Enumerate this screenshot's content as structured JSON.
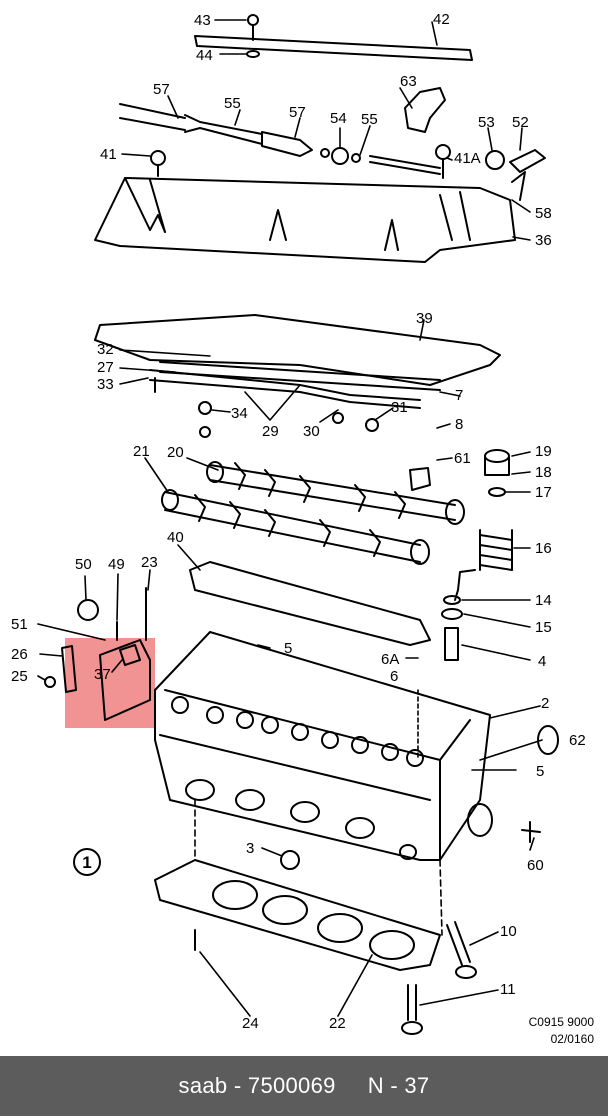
{
  "diagram": {
    "drawing_code": "C0915 9000",
    "drawing_ref": "02/0160",
    "view_number": "1",
    "highlight_color": "#f08080",
    "callouts": [
      {
        "id": "c43",
        "label": "43"
      },
      {
        "id": "c42",
        "label": "42"
      },
      {
        "id": "c44",
        "label": "44"
      },
      {
        "id": "c63",
        "label": "63"
      },
      {
        "id": "c57a",
        "label": "57"
      },
      {
        "id": "c55a",
        "label": "55"
      },
      {
        "id": "c57b",
        "label": "57"
      },
      {
        "id": "c54",
        "label": "54"
      },
      {
        "id": "c55b",
        "label": "55"
      },
      {
        "id": "c53",
        "label": "53"
      },
      {
        "id": "c52",
        "label": "52"
      },
      {
        "id": "c41",
        "label": "41"
      },
      {
        "id": "c41a",
        "label": "41A"
      },
      {
        "id": "c58",
        "label": "58"
      },
      {
        "id": "c36",
        "label": "36"
      },
      {
        "id": "c39",
        "label": "39"
      },
      {
        "id": "c32",
        "label": "32"
      },
      {
        "id": "c27",
        "label": "27"
      },
      {
        "id": "c33",
        "label": "33"
      },
      {
        "id": "c7",
        "label": "7"
      },
      {
        "id": "c31",
        "label": "31"
      },
      {
        "id": "c34",
        "label": "34"
      },
      {
        "id": "c29",
        "label": "29"
      },
      {
        "id": "c30",
        "label": "30"
      },
      {
        "id": "c8",
        "label": "8"
      },
      {
        "id": "c61",
        "label": "61"
      },
      {
        "id": "c21",
        "label": "21"
      },
      {
        "id": "c20",
        "label": "20"
      },
      {
        "id": "c19",
        "label": "19"
      },
      {
        "id": "c18",
        "label": "18"
      },
      {
        "id": "c17",
        "label": "17"
      },
      {
        "id": "c16",
        "label": "16"
      },
      {
        "id": "c40",
        "label": "40"
      },
      {
        "id": "c50",
        "label": "50"
      },
      {
        "id": "c49",
        "label": "49"
      },
      {
        "id": "c23",
        "label": "23"
      },
      {
        "id": "c14",
        "label": "14"
      },
      {
        "id": "c15",
        "label": "15"
      },
      {
        "id": "c51",
        "label": "51"
      },
      {
        "id": "c5a",
        "label": "5"
      },
      {
        "id": "c4",
        "label": "4"
      },
      {
        "id": "c26",
        "label": "26"
      },
      {
        "id": "c37",
        "label": "37"
      },
      {
        "id": "c6a",
        "label": "6A"
      },
      {
        "id": "c6",
        "label": "6"
      },
      {
        "id": "c25",
        "label": "25"
      },
      {
        "id": "c2",
        "label": "2"
      },
      {
        "id": "c62",
        "label": "62"
      },
      {
        "id": "c5b",
        "label": "5"
      },
      {
        "id": "c3",
        "label": "3"
      },
      {
        "id": "c60",
        "label": "60"
      },
      {
        "id": "c10",
        "label": "10"
      },
      {
        "id": "c11",
        "label": "11"
      },
      {
        "id": "c24",
        "label": "24"
      },
      {
        "id": "c22",
        "label": "22"
      }
    ]
  },
  "footer": {
    "brand": "saab",
    "part_number": "7500069",
    "position": "N - 37"
  }
}
